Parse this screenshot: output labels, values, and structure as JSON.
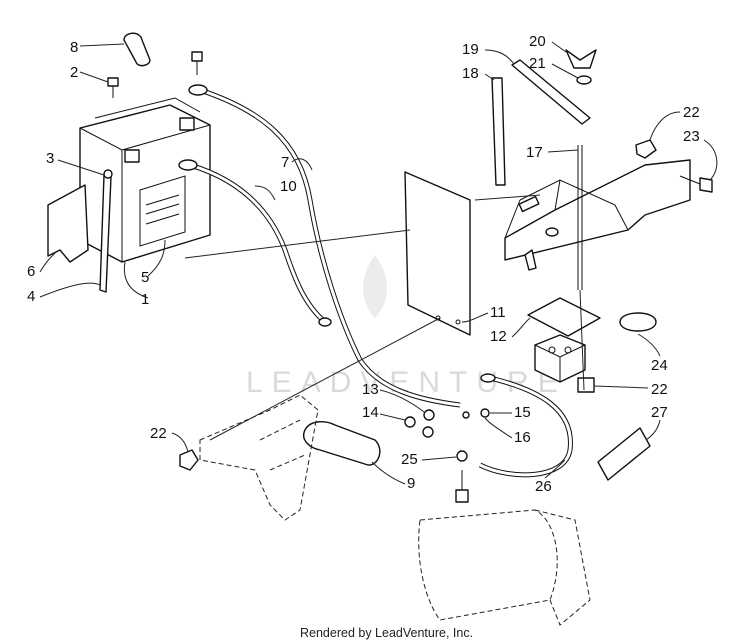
{
  "watermark": "LEADVENTURE",
  "footer": "Rendered by LeadVenture, Inc.",
  "callouts": [
    "1",
    "2",
    "3",
    "4",
    "5",
    "6",
    "7",
    "8",
    "9",
    "10",
    "11",
    "12",
    "13",
    "14",
    "15",
    "16",
    "17",
    "18",
    "19",
    "20",
    "21",
    "22",
    "22",
    "22",
    "23",
    "24",
    "25",
    "26",
    "27"
  ]
}
